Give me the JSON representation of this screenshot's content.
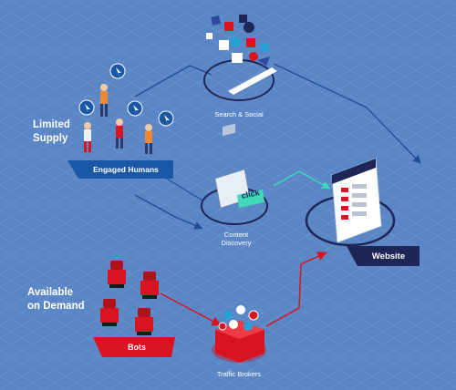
{
  "labels": {
    "limited_supply": [
      "Limited",
      "Supply"
    ],
    "available_on_demand": [
      "Available",
      "on Demand"
    ]
  },
  "nodes": {
    "search_social": "Search & Social",
    "content_discovery": [
      "Content",
      "Discovery"
    ],
    "traffic_brokers": "Traffic Brokers",
    "website": "Website"
  },
  "tags": {
    "engaged_humans": "Engaged Humans",
    "bots": "Bots",
    "click": "click"
  },
  "colors": {
    "background": "#5b86c6",
    "human_flow": "#1f4d96",
    "content_flow": "#3fd8b8",
    "bot_flow": "#d7141f",
    "engaged_humans_tag": "#1a58a6",
    "bots_tag": "#d7141f",
    "website_tag": "#1e2557"
  }
}
